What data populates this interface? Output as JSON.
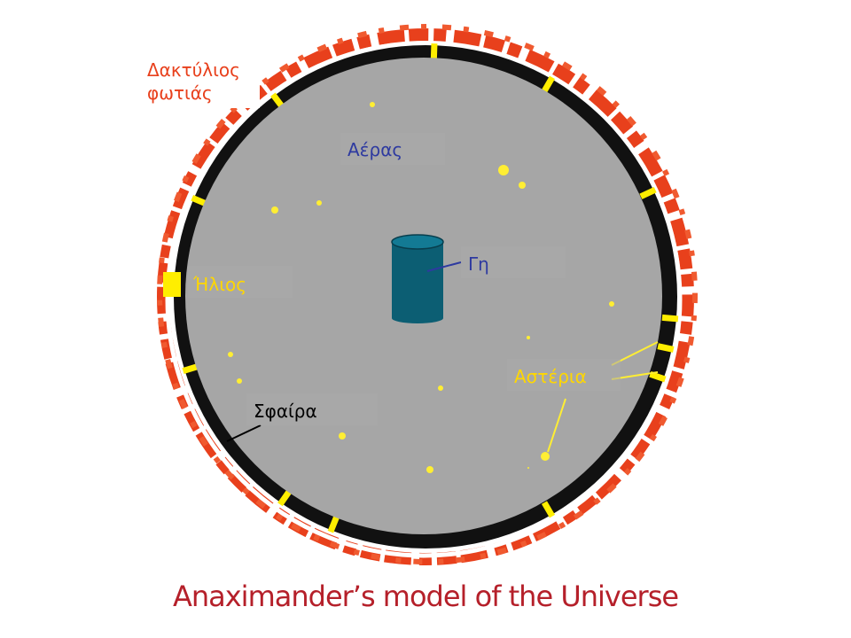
{
  "labels": {
    "fire_ring_line1": "Δακτύλιος",
    "fire_ring_line2": "φωτιάς",
    "air": "Αέρας",
    "earth": "Γη",
    "sun": "Ήλιος",
    "stars": "Αστέρια",
    "sphere": "Σφαίρα"
  },
  "caption": "Anaximander’s model of the Universe",
  "colors": {
    "fire": "#e8401c",
    "ring": "#111111",
    "air": "#a6a6a6",
    "earth": "#0c5e73",
    "star": "#ffee33",
    "blue_text": "#2e3aa0",
    "yellow_text": "#ffd700",
    "caption": "#b5202a"
  },
  "icons": {
    "earth": "cylinder-icon",
    "star": "star-dot-icon",
    "sun": "sun-icon"
  }
}
